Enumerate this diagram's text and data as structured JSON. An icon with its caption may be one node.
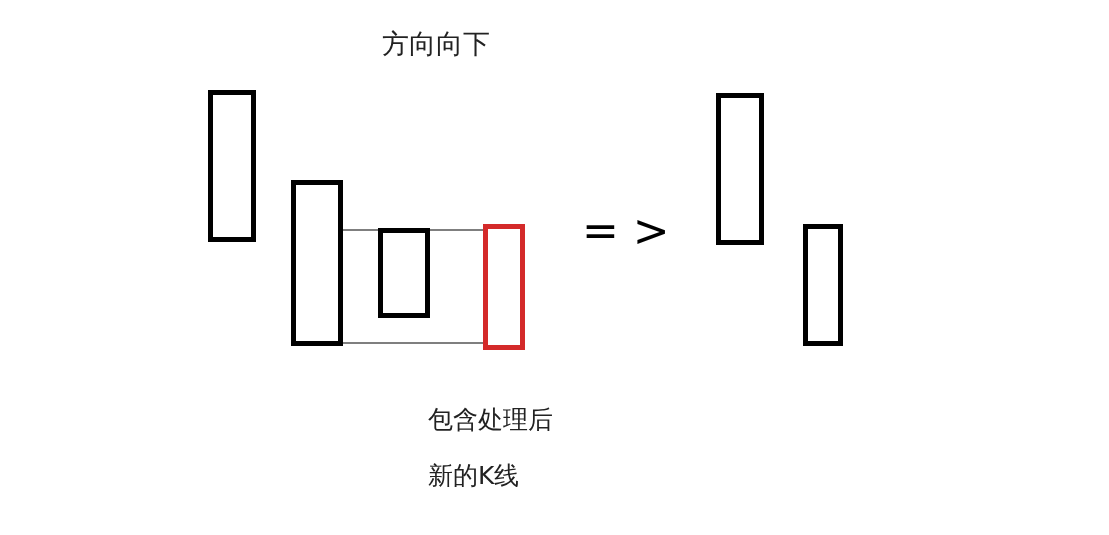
{
  "diagram": {
    "title": "方向向下",
    "nodes": [
      {
        "text": [],
        "shape": "box"
      },
      {
        "text": [],
        "shape": "box"
      },
      {
        "text": [],
        "shape": "box"
      },
      {
        "text": [],
        "shape": "box",
        "beside": [
          "包含处理后新的K线"
        ]
      },
      {
        "text": [],
        "shape": "box"
      },
      {
        "text": [],
        "shape": "box"
      }
    ],
    "edges": [
      {
        "from": 1,
        "to": 3,
        "arrow": "none"
      },
      {
        "from": 1,
        "to": 3,
        "arrow": "none"
      }
    ],
    "labels": [
      "= >"
    ]
  }
}
